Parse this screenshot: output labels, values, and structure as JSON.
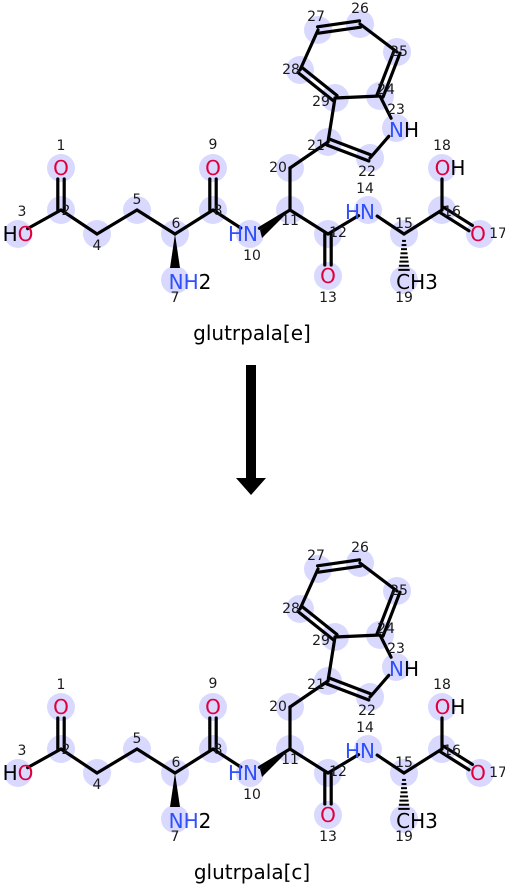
{
  "reactant": {
    "name": "glutrpala[e]"
  },
  "product": {
    "name": "glutrpala[c]"
  },
  "colors": {
    "oxygen": "#e0003c",
    "nitrogen": "#3050f8",
    "carbon": "#000000",
    "highlight": "#d9d9ff"
  },
  "atom_numbers": [
    "1",
    "2",
    "3",
    "4",
    "5",
    "6",
    "7",
    "8",
    "9",
    "10",
    "11",
    "12",
    "13",
    "14",
    "15",
    "16",
    "17",
    "18",
    "19",
    "20",
    "21",
    "22",
    "23",
    "24",
    "25",
    "26",
    "27",
    "28",
    "29"
  ],
  "atom_labels": {
    "o1": "O",
    "o3": "HO",
    "n7": "NH2",
    "o9": "O",
    "n10": "HN",
    "o13": "O",
    "n14": "HN",
    "o17": "O",
    "o18": "OH",
    "c19": "CH3",
    "n23": "NH"
  },
  "arrow": {
    "icon": "arrow-down-icon"
  }
}
